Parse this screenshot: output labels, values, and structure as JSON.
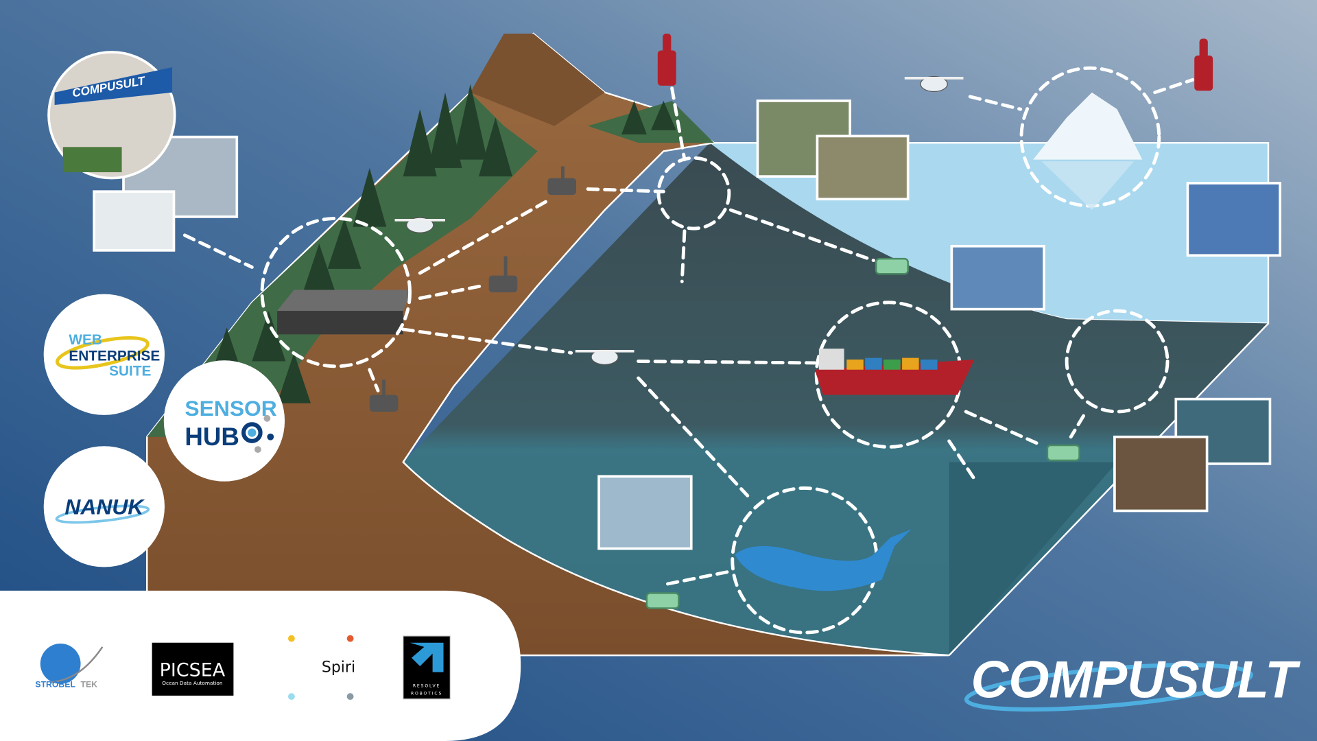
{
  "building_sign": "COMPUSULT",
  "logos": {
    "web_enterprise_suite": {
      "line1": "WEB",
      "line2": "ENTERPRISE",
      "line3": "SUITE"
    },
    "sensor_hub": {
      "line1": "SENSOR",
      "line2": "HUB"
    },
    "nanuk": "NANUK"
  },
  "partners": {
    "strobeltek": {
      "part1": "STROBEL",
      "part2": "TEK"
    },
    "picsea": {
      "name": "PICSEA",
      "tagline": "Ocean Data Automation"
    },
    "spiri": "Spiri",
    "resolve_robotics": {
      "line1": "RESOLVE",
      "line2": "ROBOTICS"
    }
  },
  "brand": "COMPUSULT",
  "colors": {
    "bg_dark": "#1f4f86",
    "bg_light": "#9bb0c6",
    "land": "#8a5a34",
    "forest": "#3d6b45",
    "sea_surface": "#a9d8ef",
    "deep_water": "#3e5158",
    "brand_blue": "#0a3d7a",
    "light_blue": "#4eaee0",
    "buoy_red": "#b3202a"
  }
}
